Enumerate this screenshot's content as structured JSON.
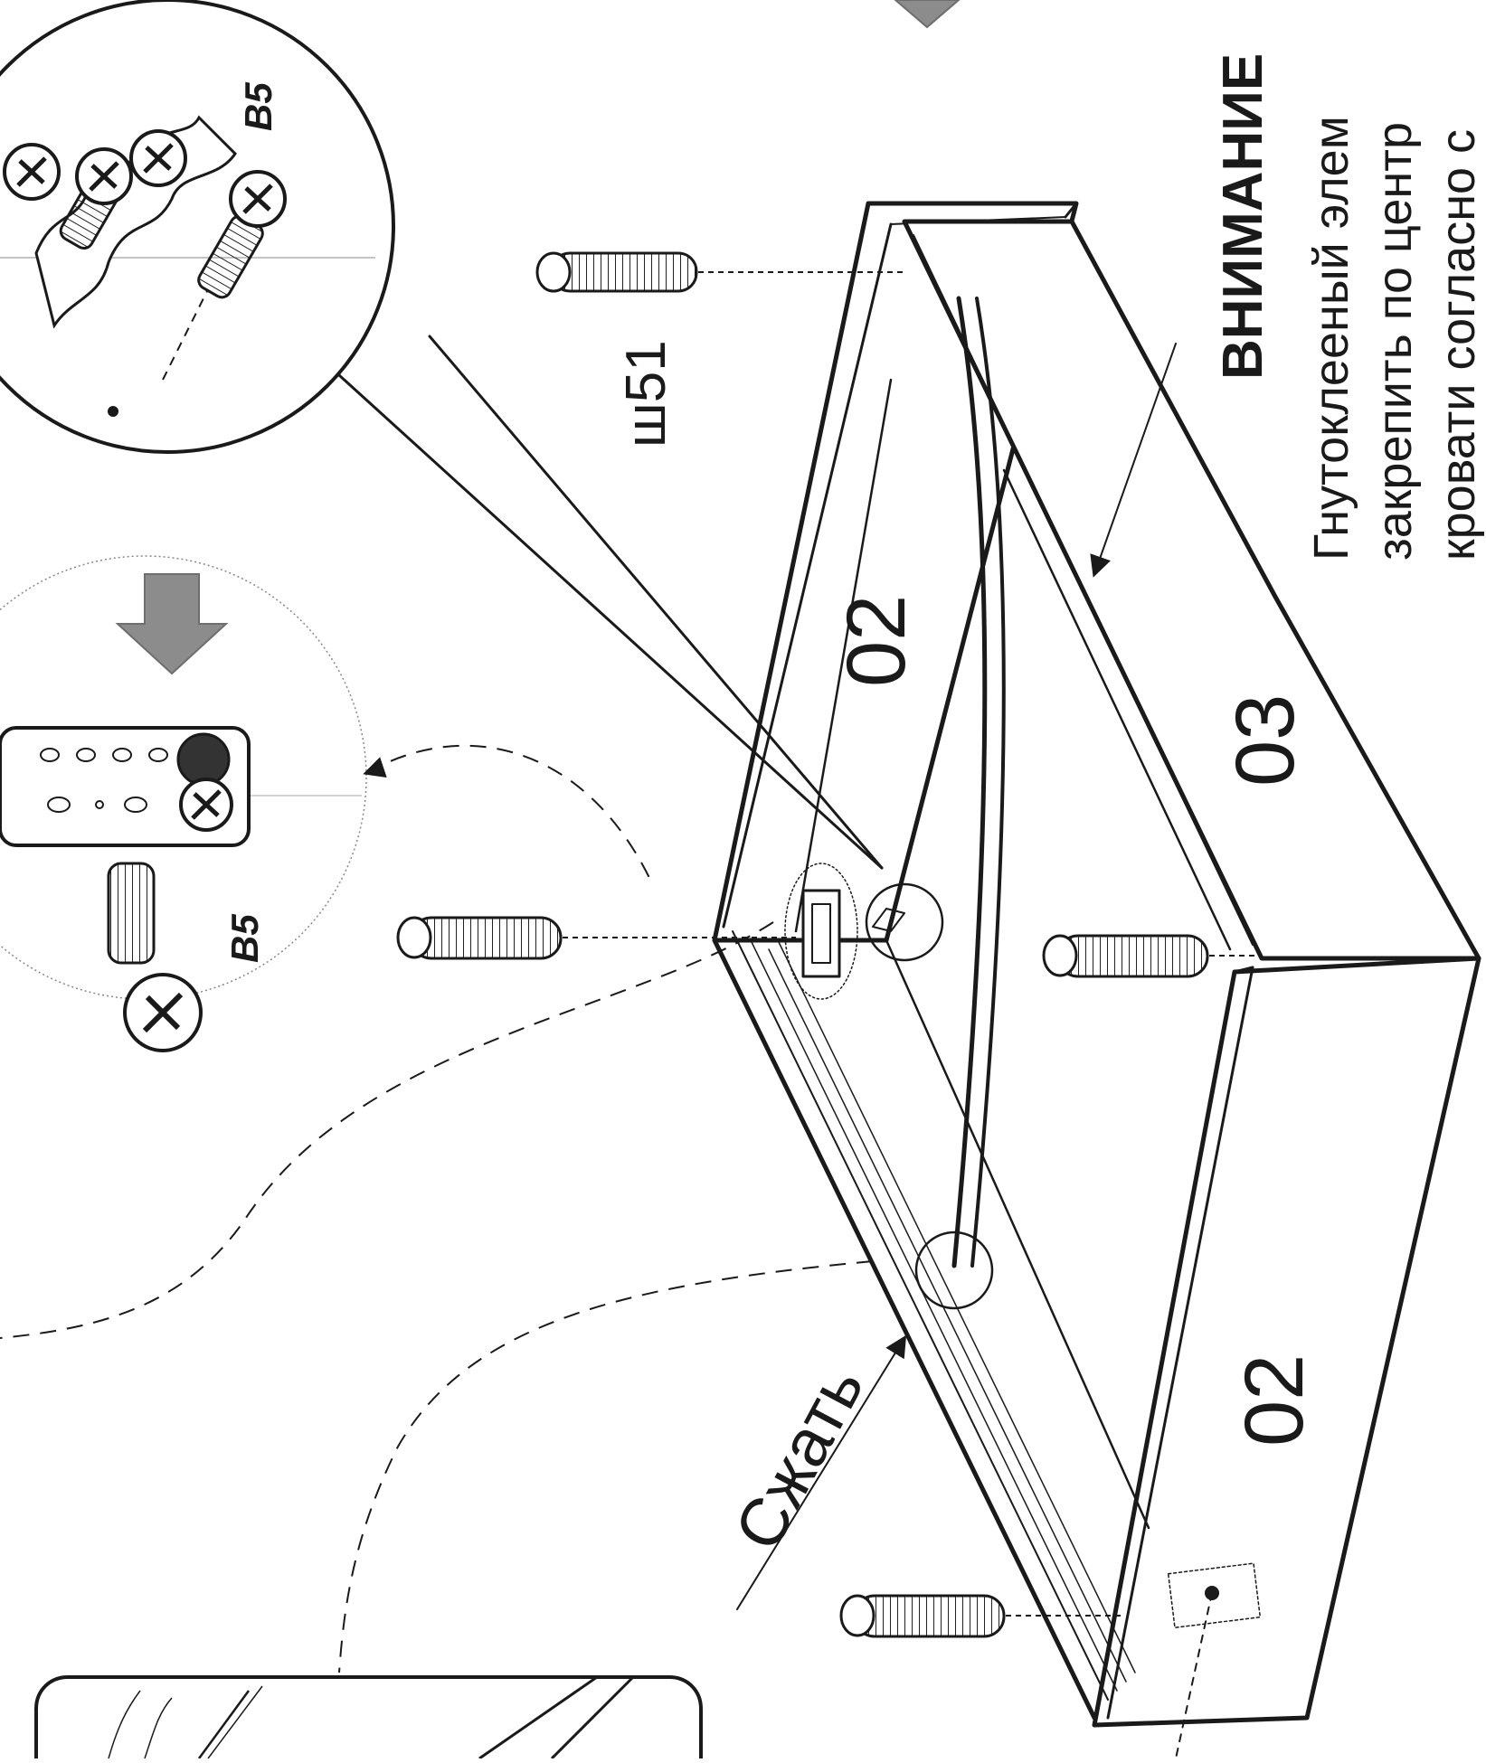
{
  "labels": {
    "screw_left": "B5",
    "screw_right": "B5",
    "dowel": "ш51",
    "panel_top": "02",
    "panel_middle": "03",
    "panel_bottom": "02",
    "compress": "Сжать"
  },
  "note": {
    "title": "ВНИМАНИЕ",
    "line1": "Гнутоклееный элем",
    "line2": "закрепить по центр",
    "line3": "кровати согласно с"
  },
  "colors": {
    "ink": "#1a1a1a",
    "arrow_fill": "#8c8c8c",
    "paper": "#ffffff"
  }
}
